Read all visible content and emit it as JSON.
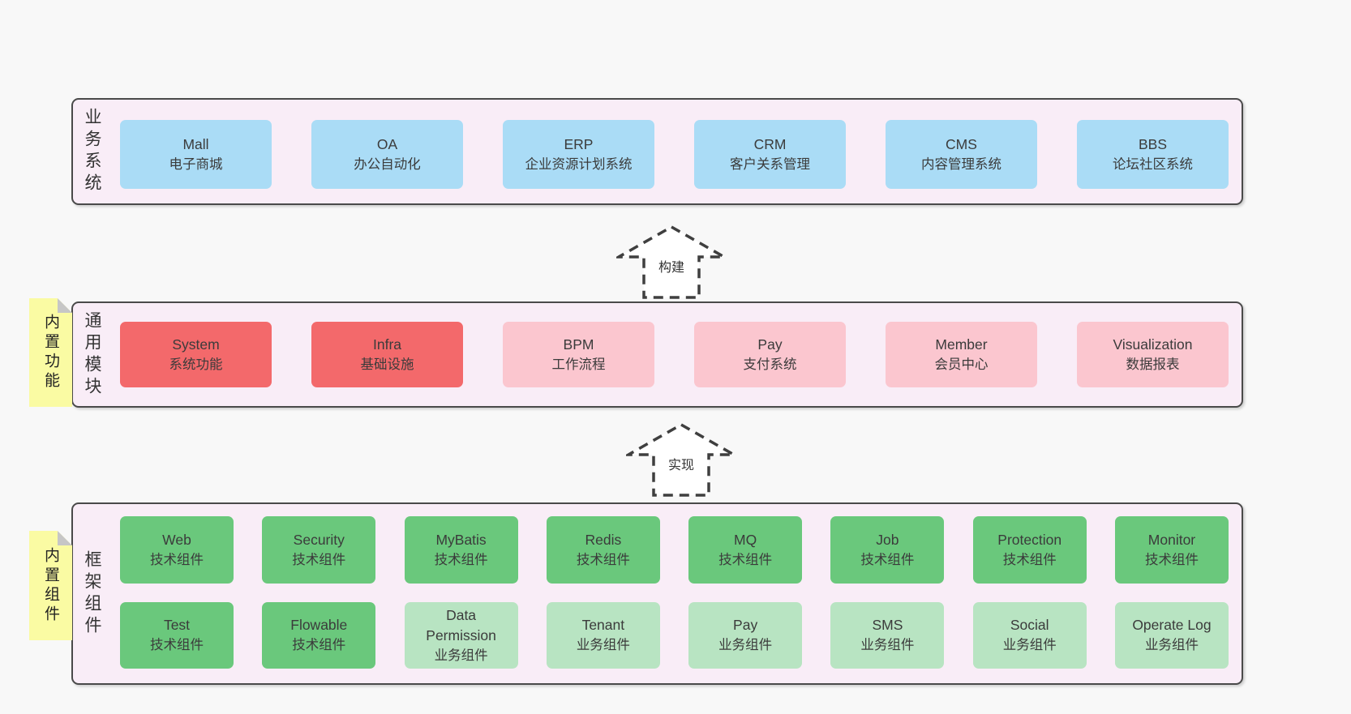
{
  "colors": {
    "blue": "#aadcf6",
    "red": "#f3696b",
    "pink": "#fbc6cf",
    "green_dark": "#6ac87c",
    "green_light": "#b8e4c2",
    "note_yellow": "#fafba3",
    "note_fold_gray": "#c6c6c6",
    "layer_bg": "#f9edf7",
    "layer_border": "#4a4a4a",
    "arrow_stroke": "#3f3f3f"
  },
  "layers": [
    {
      "label": "业务系统",
      "rows": [
        [
          {
            "title": "Mall",
            "sub": "电子商城",
            "variant": "blue"
          },
          {
            "title": "OA",
            "sub": "办公自动化",
            "variant": "blue"
          },
          {
            "title": "ERP",
            "sub": "企业资源计划系统",
            "variant": "blue"
          },
          {
            "title": "CRM",
            "sub": "客户关系管理",
            "variant": "blue"
          },
          {
            "title": "CMS",
            "sub": "内容管理系统",
            "variant": "blue"
          },
          {
            "title": "BBS",
            "sub": "论坛社区系统",
            "variant": "blue"
          }
        ]
      ]
    },
    {
      "label": "通用模块",
      "note": "内置功能",
      "rows": [
        [
          {
            "title": "System",
            "sub": "系统功能",
            "variant": "red"
          },
          {
            "title": "Infra",
            "sub": "基础设施",
            "variant": "red"
          },
          {
            "title": "BPM",
            "sub": "工作流程",
            "variant": "pink"
          },
          {
            "title": "Pay",
            "sub": "支付系统",
            "variant": "pink"
          },
          {
            "title": "Member",
            "sub": "会员中心",
            "variant": "pink"
          },
          {
            "title": "Visualization",
            "sub": "数据报表",
            "variant": "pink"
          }
        ]
      ]
    },
    {
      "label": "框架组件",
      "note": "内置组件",
      "rows": [
        [
          {
            "title": "Web",
            "sub": "技术组件",
            "variant": "green_dark"
          },
          {
            "title": "Security",
            "sub": "技术组件",
            "variant": "green_dark"
          },
          {
            "title": "MyBatis",
            "sub": "技术组件",
            "variant": "green_dark"
          },
          {
            "title": "Redis",
            "sub": "技术组件",
            "variant": "green_dark"
          },
          {
            "title": "MQ",
            "sub": "技术组件",
            "variant": "green_dark"
          },
          {
            "title": "Job",
            "sub": "技术组件",
            "variant": "green_dark"
          },
          {
            "title": "Protection",
            "sub": "技术组件",
            "variant": "green_dark"
          },
          {
            "title": "Monitor",
            "sub": "技术组件",
            "variant": "green_dark"
          }
        ],
        [
          {
            "title": "Test",
            "sub": "技术组件",
            "variant": "green_dark"
          },
          {
            "title": "Flowable",
            "sub": "技术组件",
            "variant": "green_dark"
          },
          {
            "title": "Data Permission",
            "sub": "业务组件",
            "variant": "green_light"
          },
          {
            "title": "Tenant",
            "sub": "业务组件",
            "variant": "green_light"
          },
          {
            "title": "Pay",
            "sub": "业务组件",
            "variant": "green_light"
          },
          {
            "title": "SMS",
            "sub": "业务组件",
            "variant": "green_light"
          },
          {
            "title": "Social",
            "sub": "业务组件",
            "variant": "green_light"
          },
          {
            "title": "Operate Log",
            "sub": "业务组件",
            "variant": "green_light"
          }
        ]
      ]
    }
  ],
  "arrows": [
    {
      "label": "构建"
    },
    {
      "label": "实现"
    }
  ]
}
